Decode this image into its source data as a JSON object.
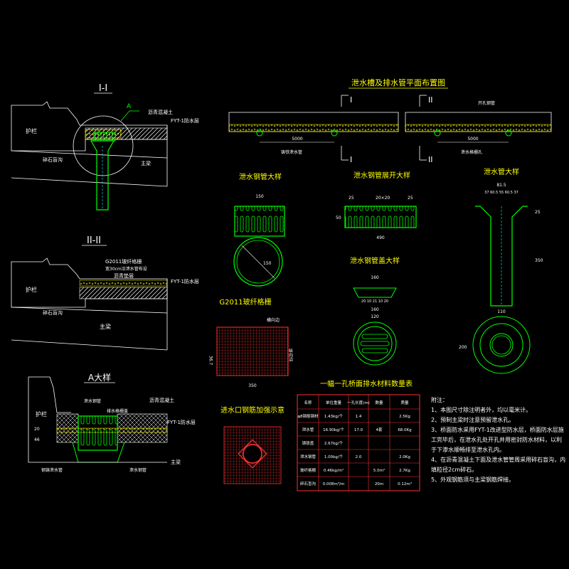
{
  "sections": {
    "s1_title": "I-I",
    "s2_title": "II-II",
    "detailA_title": "A大样",
    "plan_title": "泄水槽及排水管平面布置图",
    "pipe_detail_title": "泄水钢管大样",
    "pipe_unfold_title": "泄水钢管展开大样",
    "drain_pipe_title": "泄水管大样",
    "cover_title": "泄水钢管盖大样",
    "mesh_title": "G2011玻纤格栅",
    "inlet_title": "进水口钢筋加强示意",
    "table_title": "一幅一孔桥面排水材料数量表"
  },
  "labels": {
    "hulan": "护栏",
    "zhuliang": "主梁",
    "suishi": "碎石盲沟",
    "lqhnt": "沥青混凝土",
    "fyt": "FYT-1防水层",
    "mark_a": "A",
    "g2011": "G2011玻纤格栅",
    "g2011_sub": "宽30cm沿泄水管布设",
    "lqdn": "沥青垫层",
    "fyt2": "FYT-1防水层",
    "hulan2": "护栏",
    "suishi2": "碎石盲沟",
    "zhuliang2": "主梁",
    "dA_hulan": "护栏",
    "dA_lqhnt": "沥青混凝土",
    "dA_fyt": "FYT-1防水层",
    "dA_zhuliang": "主梁",
    "dA_pipe": "泄水钢管",
    "dA_cover": "排水格栅盖",
    "dA_bottom": "钢铸泄水管",
    "dA_dim1": "20",
    "dA_dim2": "46",
    "plan_I": "I",
    "plan_II": "II",
    "plan_dim1": "5000",
    "plan_dim2": "5000",
    "plan_lbl_left": "铸铁泄水管",
    "plan_lbl_right_top": "开孔钢管",
    "plan_lbl_right_bot": "泄水格栅孔",
    "pd_dim": "150",
    "pd_ring": "150",
    "pu_d1": "25",
    "pu_d2": "20×20",
    "pu_d3": "25",
    "pu_total": "490",
    "pu_h": "50",
    "dp_top": "81.5",
    "dp_sub": "37  60.5  55  60.5  37",
    "dp_h": "350",
    "dp_w": "110",
    "dp_side": "25",
    "cv_top": "160",
    "cv_mid": "20 10 21 10 20",
    "cv_b1": "160",
    "cv_b2": "120",
    "mesh_h": "36.7",
    "mesh_w": "350",
    "mesh_label": "横向边",
    "mesh_side": "纵向边",
    "dp_bot_dim": "200"
  },
  "table": {
    "headers": [
      "名称",
      "单位重量",
      "一孔长度(m)",
      "数量",
      "质量"
    ],
    "rows": [
      [
        "φ8钢筋钢材",
        "1.43kg/个",
        "1.4",
        "",
        "2.5Kg"
      ],
      [
        "泄水管",
        "16.90kg/个",
        "17.0",
        "4套",
        "68.0Kg"
      ],
      [
        "铸铁盖",
        "2.67kg/个",
        "",
        "",
        ""
      ],
      [
        "泄水钢管",
        "1.00kg/个",
        "2.0",
        "",
        "2.0Kg"
      ],
      [
        "玻纤格栅",
        "0.46kg/m²",
        "",
        "5.0m²",
        "2.7Kg"
      ],
      [
        "碎石盲沟",
        "0.008m³/m",
        "",
        "20m",
        "0.12m³"
      ]
    ]
  },
  "notes": {
    "heading": "附注：",
    "items": [
      "1、本图尺寸除注明者外，均以毫米计。",
      "2、预制主梁时注意预留泄水孔。",
      "3、桥面防水采用FYT-1改进型防水层，桥面防水层施工完毕后，在泄水孔处开孔并用密封防水材料，以利于下渗水顺畅排至泄水孔内。",
      "4、在沥青混凝土下面及泄水管管周采用碎石盲沟，内填粒径2cm碎石。",
      "5、外观钢筋须与主梁钢筋焊接。"
    ]
  },
  "colors": {
    "line": "#ffffff",
    "accent": "#00ff00",
    "title": "#ffff00",
    "red": "#ff0000",
    "cyan": "#00ffff",
    "magenta": "#ff00ff"
  }
}
